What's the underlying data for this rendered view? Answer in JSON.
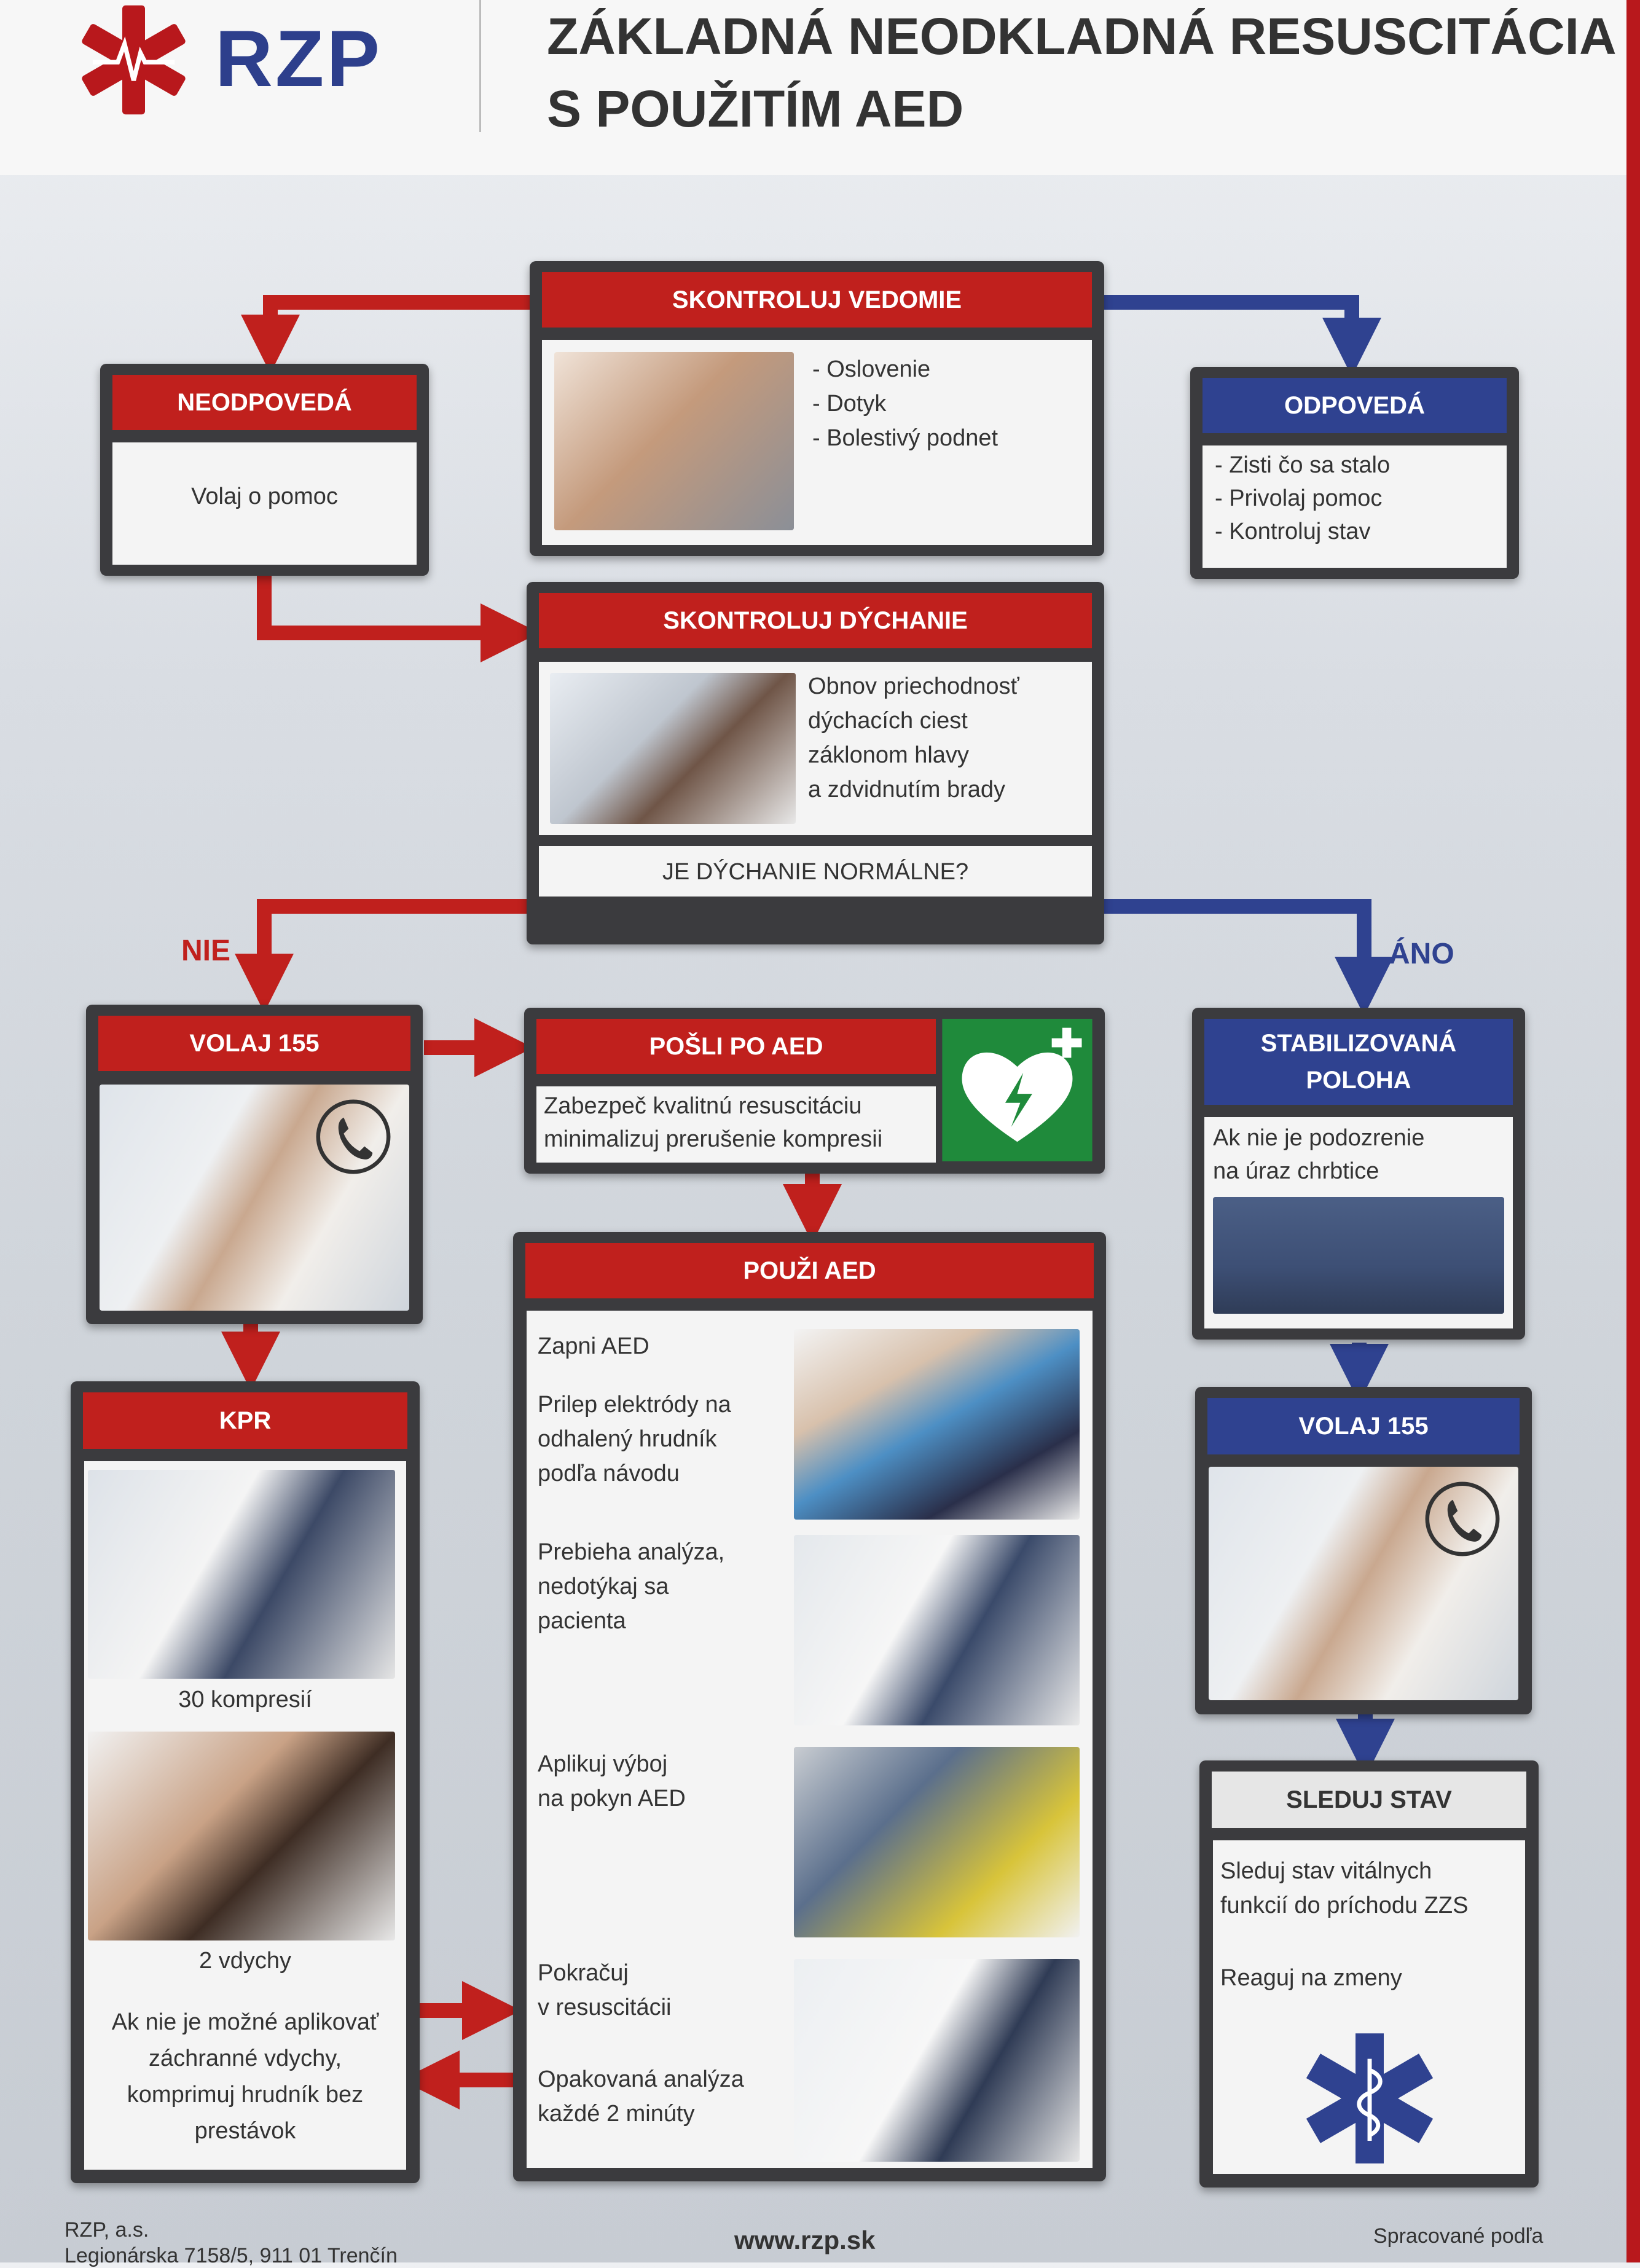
{
  "header": {
    "logo_text": "RZP",
    "title_line1": "ZÁKLADNÁ NEODKLADNÁ RESUSCITÁCIA",
    "title_line2": "S POUŽITÍM AED"
  },
  "check_consciousness": {
    "title": "SKONTROLUJ VEDOMIE",
    "items": [
      "- Oslovenie",
      "- Dotyk",
      "- Bolestivý podnet"
    ]
  },
  "not_responding": {
    "title": "NEODPOVEDÁ",
    "text": "Volaj o pomoc"
  },
  "responding": {
    "title": "ODPOVEDÁ",
    "items": [
      "- Zisti čo sa stalo",
      "- Privolaj pomoc",
      "- Kontroluj stav"
    ]
  },
  "check_breathing": {
    "title": "SKONTROLUJ DÝCHANIE",
    "lines": [
      "Obnov priechodnosť",
      "dýchacích ciest",
      "záklonom hlavy",
      "a zdvidnutím brady"
    ],
    "question": "JE DÝCHANIE NORMÁLNE?"
  },
  "labels": {
    "no": "NIE",
    "yes": "ÁNO"
  },
  "call_155_left": {
    "title": "VOLAJ 155"
  },
  "send_aed": {
    "title": "POŠLI PO AED",
    "lines": [
      "Zabezpeč kvalitnú resuscitáciu",
      "minimalizuj prerušenie kompresii"
    ]
  },
  "recovery_position": {
    "title_line1": "STABILIZOVANÁ",
    "title_line2": "POLOHA",
    "lines": [
      "Ak nie je podozrenie",
      "na úraz chrbtice"
    ]
  },
  "use_aed": {
    "title": "POUŽI AED",
    "step1_a": "Zapni AED",
    "step1_b": [
      "Prilep elektródy na",
      "odhalený hrudník",
      "podľa návodu"
    ],
    "step2": [
      "Prebieha analýza,",
      "nedotýkaj sa",
      "pacienta"
    ],
    "step3": [
      "Aplikuj výboj",
      "na pokyn AED"
    ],
    "step4_a": [
      "Pokračuj",
      "v resuscitácii"
    ],
    "step4_b": [
      "Opakovaná analýza",
      "každé 2 minúty"
    ]
  },
  "cpr": {
    "title": "KPR",
    "compressions": "30 kompresií",
    "breaths": "2 vdychy",
    "note": [
      "Ak nie je možné aplikovať",
      "záchranné vdychy,",
      "komprimuj hrudník bez",
      "prestávok"
    ]
  },
  "call_155_right": {
    "title": "VOLAJ 155"
  },
  "monitor": {
    "title": "SLEDUJ STAV",
    "lines": [
      "Sleduj stav vitálnych",
      "funkcií do príchodu ZZS"
    ],
    "react": "Reaguj na zmeny"
  },
  "footer": {
    "company": "RZP, a.s.",
    "address": "Legionárska 7158/5, 911 01 Trenčín",
    "website": "www.rzp.sk",
    "source": "Spracované podľa"
  },
  "colors": {
    "red": "#c0201d",
    "blue": "#2f4290",
    "dark": "#3b3b3e",
    "aed_green": "#1f8a3b"
  }
}
